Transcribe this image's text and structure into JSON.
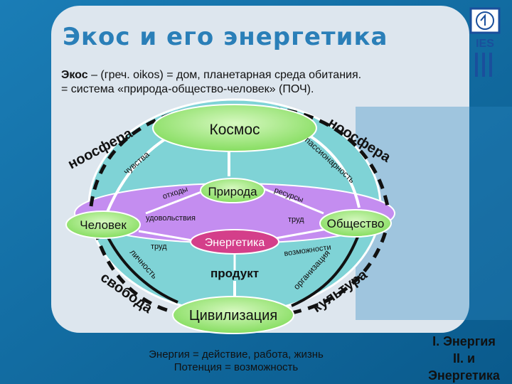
{
  "title": "Экос и его энергетика",
  "definition": {
    "term": "Экос",
    "line1_rest": " – (греч. oikos) = дом, планетарная среда обитания.",
    "line2": "= система «природа-общество-человек» (ПОЧ)."
  },
  "nodes": {
    "cosmos": "Космос",
    "nature": "Природа",
    "human": "Человек",
    "society": "Общество",
    "energetics": "Энергетика",
    "civilization": "Цивилизация"
  },
  "arc_labels": {
    "noosphere_left": "ноосфера",
    "noosphere_right": "ноосфера",
    "feelings": "чувства",
    "passionarity": "пассионарность",
    "freedom": "свобода",
    "culture": "культура",
    "personality": "личность",
    "organization": "организация"
  },
  "link_labels": {
    "waste": "отходы",
    "resources": "ресурсы",
    "pleasure": "удовольствия",
    "labor_right": "труд",
    "labor_left": "труд",
    "possibilities": "возможности",
    "product": "продукт"
  },
  "footer": {
    "line1": "Энергия = действие, работа, жизнь",
    "line2": "Потенция = возможность"
  },
  "side_note": {
    "line1": "I. Энергия",
    "line2": "II.  и",
    "line3": "Энергетика"
  },
  "logo_text": "IES",
  "colors": {
    "background": "#0e6aa0",
    "title": "#2a7fb8",
    "node_fill": "#a8ec88",
    "band_fill": "#c48df0",
    "ellipse_fill": "#7fd3d6"
  }
}
